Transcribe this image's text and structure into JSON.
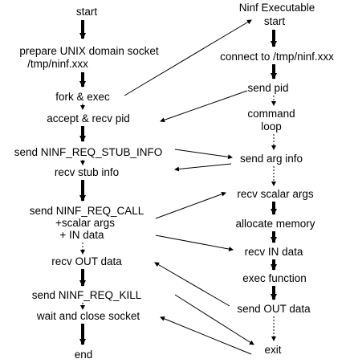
{
  "left_column": {
    "start": "start",
    "prepare_socket_line1": "prepare UNIX domain socket",
    "prepare_socket_line2": "/tmp/ninf.xxx",
    "fork_exec": "fork & exec",
    "accept_recv_pid": "accept & recv pid",
    "send_stub_info_req": "send NINF_REQ_STUB_INFO",
    "recv_stub_info": "recv stub info",
    "send_call_line1": "send NINF_REQ_CALL",
    "send_call_line2": "+scalar args",
    "send_call_line3": "+ IN data",
    "recv_out_data": "recv OUT data",
    "send_kill": "send NINF_REQ_KILL",
    "wait_close": "wait and close socket",
    "end": "end"
  },
  "right_column": {
    "title_line1": "Ninf  Executable",
    "title_line2": "start",
    "connect": "connect to /tmp/ninf.xxx",
    "send_pid": "send pid",
    "command_loop_line1": "command",
    "command_loop_line2": "loop",
    "send_arg_info": "send arg info",
    "recv_scalar_args": "recv scalar args",
    "allocate_memory": "allocate memory",
    "recv_in_data": "recv IN data",
    "exec_function": "exec function",
    "send_out_data": "send OUT data",
    "exit": "exit"
  }
}
